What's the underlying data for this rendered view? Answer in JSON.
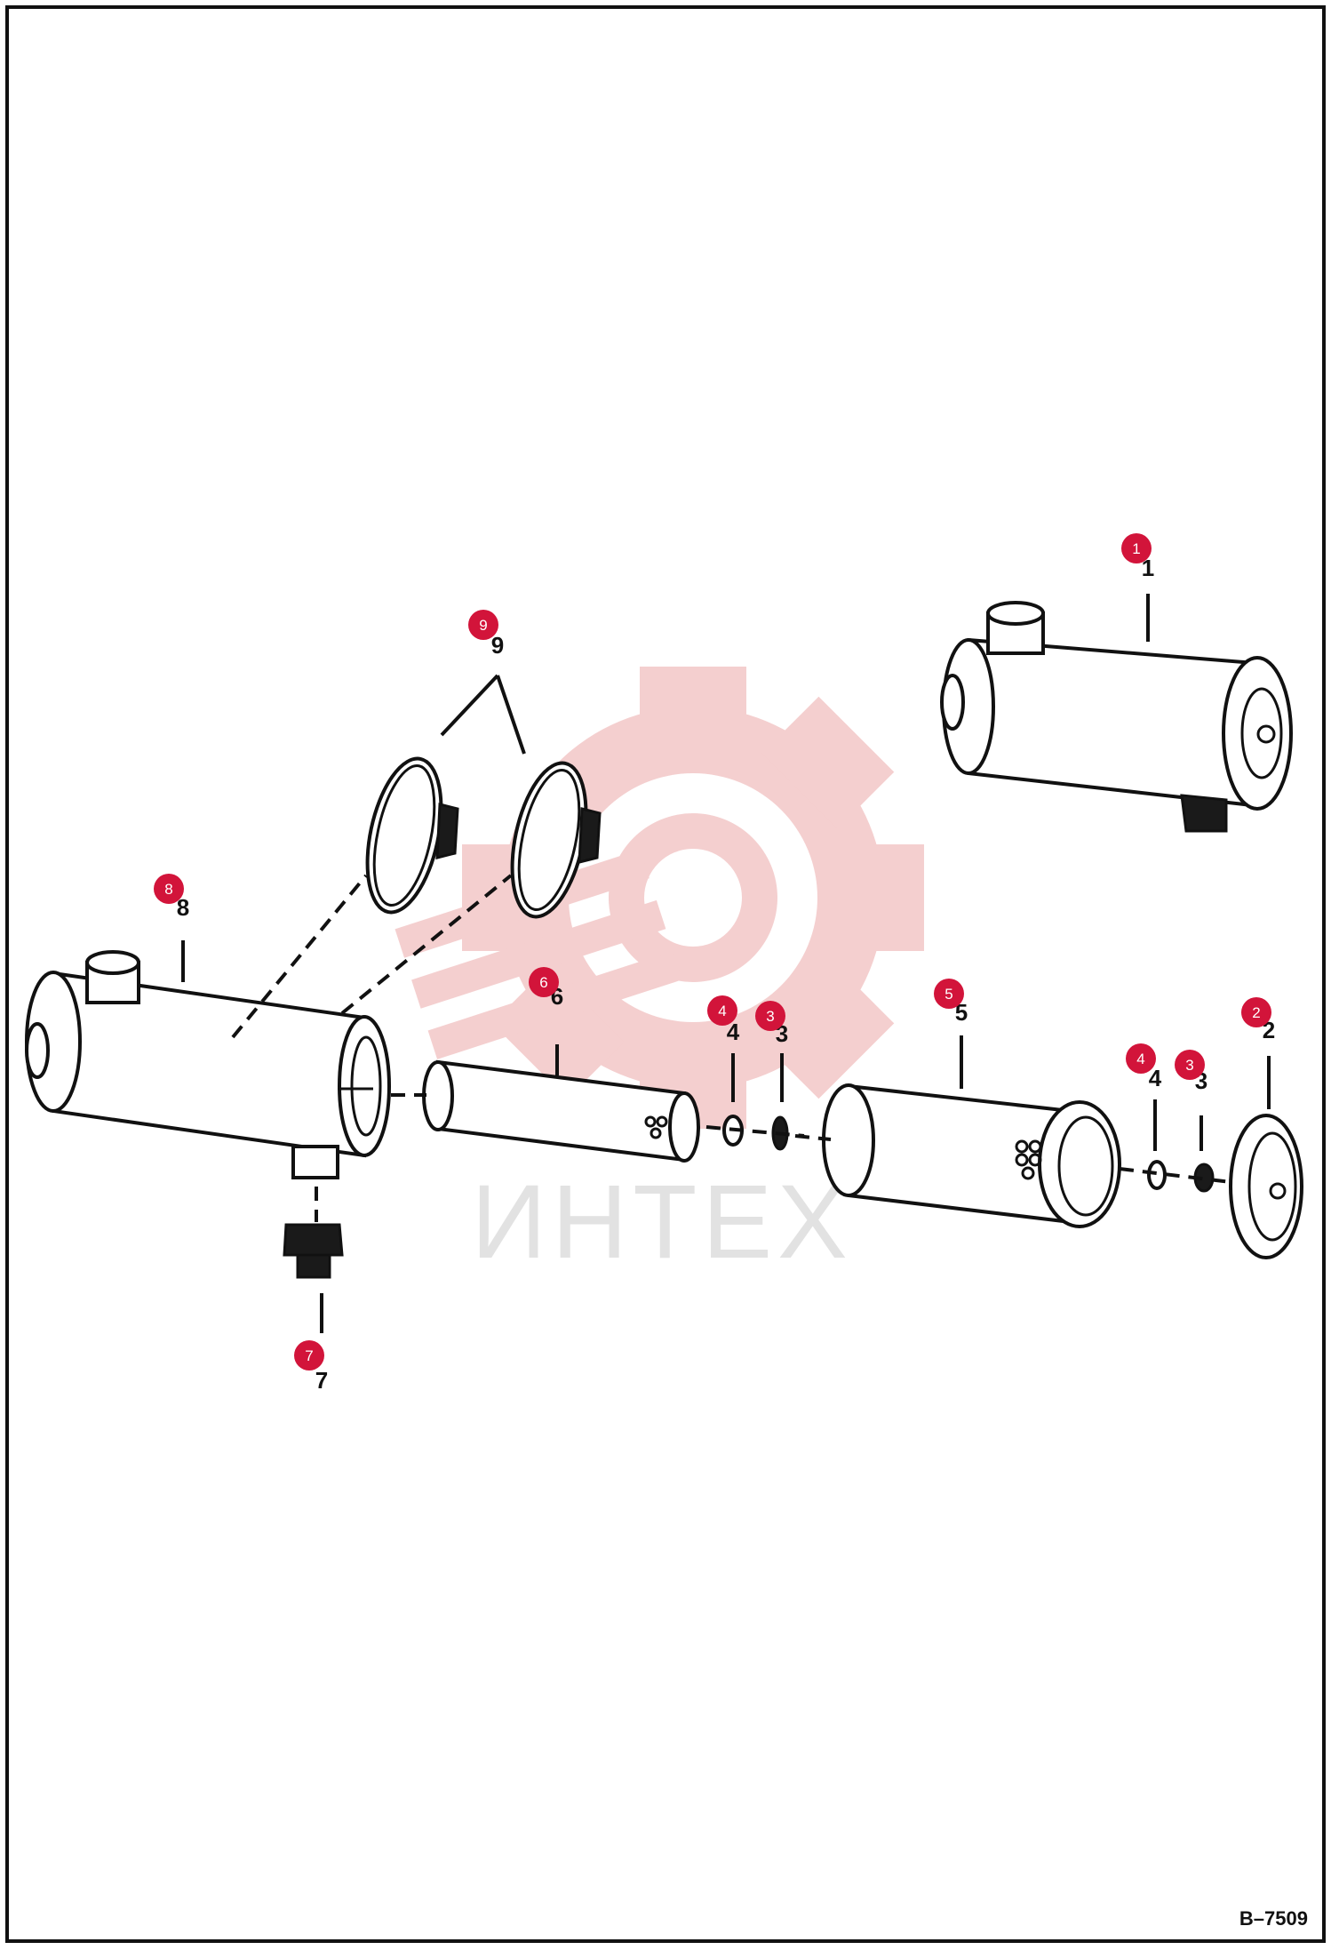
{
  "drawing_number": "B–7509",
  "watermark_text": "ИНТЕХ",
  "colors": {
    "callout": "#d2143a",
    "watermark": "#f3c7c7",
    "line": "#111111"
  },
  "callouts": [
    {
      "num": "1"
    },
    {
      "num": "2"
    },
    {
      "num": "3"
    },
    {
      "num": "3"
    },
    {
      "num": "4"
    },
    {
      "num": "4"
    },
    {
      "num": "5"
    },
    {
      "num": "6"
    },
    {
      "num": "7"
    },
    {
      "num": "8"
    },
    {
      "num": "9"
    }
  ],
  "part_labels": [
    "1",
    "2",
    "3",
    "3",
    "4",
    "4",
    "5",
    "6",
    "7",
    "8",
    "9"
  ]
}
